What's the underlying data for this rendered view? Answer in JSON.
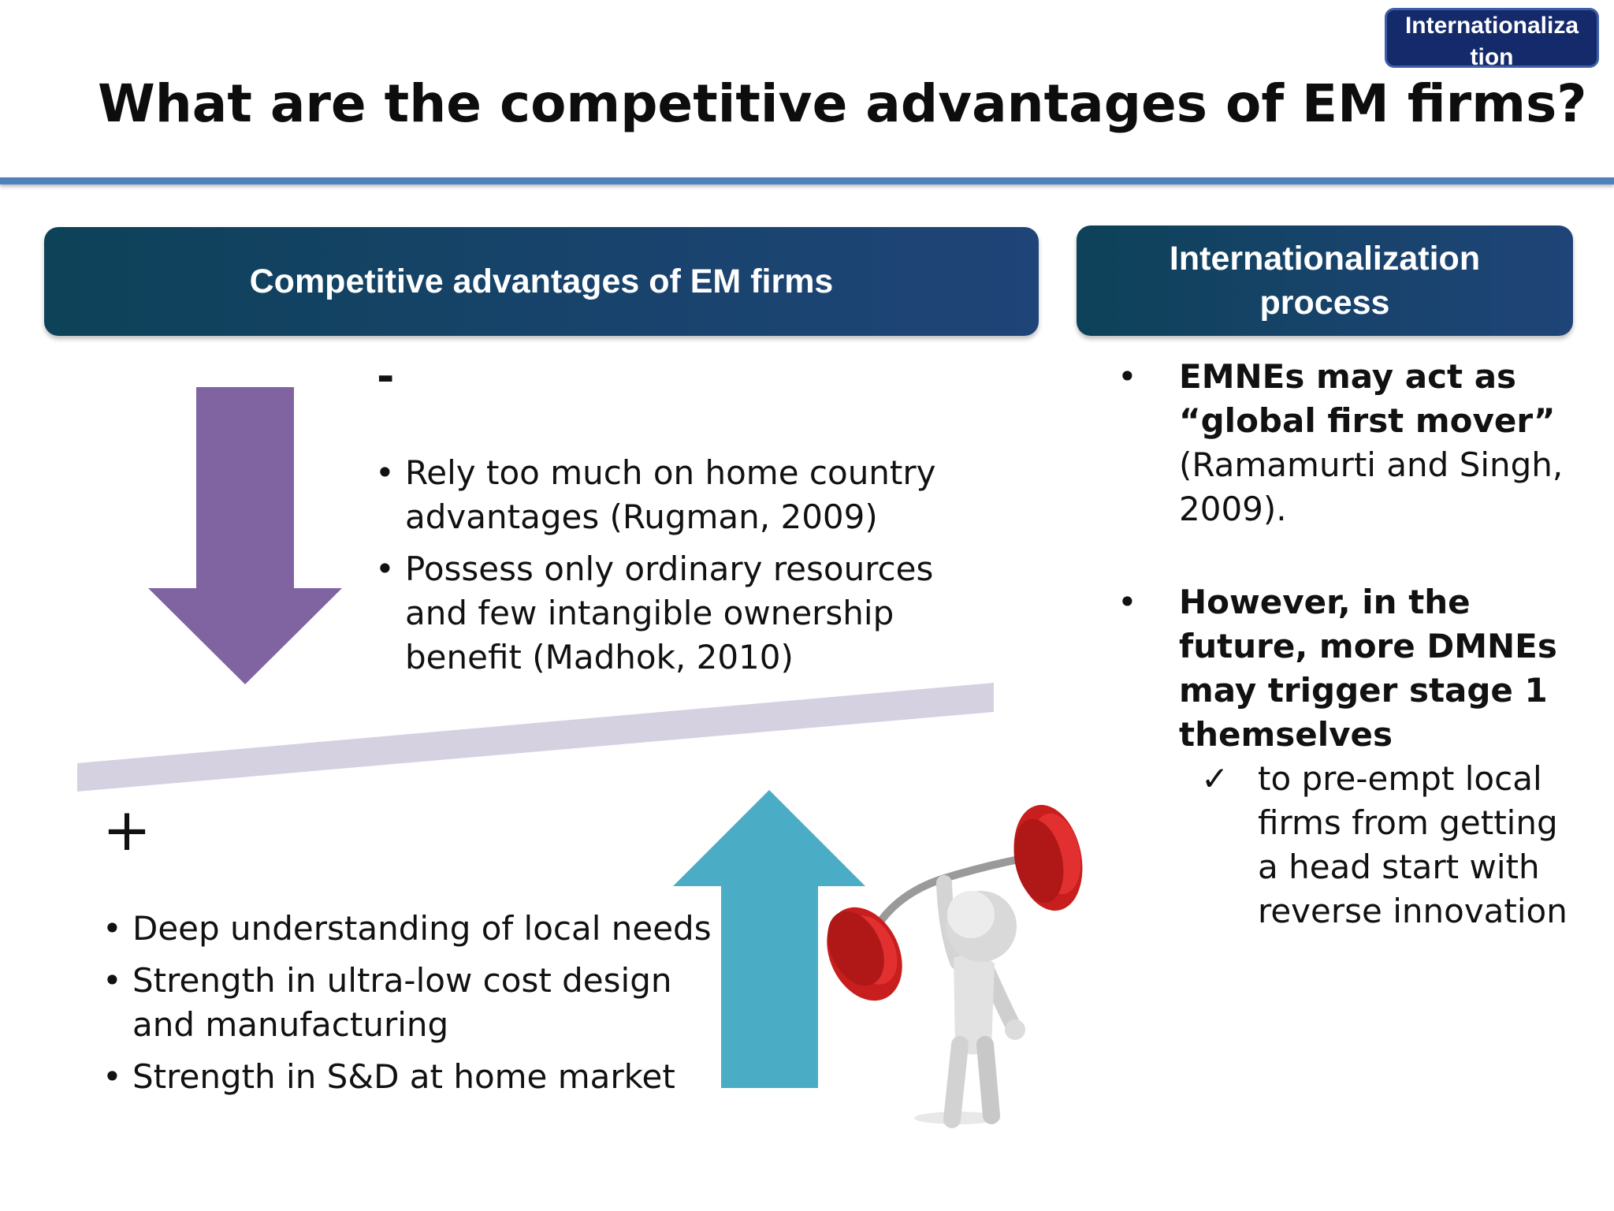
{
  "tag": "Internationaliza\ntion",
  "title": "What are the competitive advantages of EM firms?",
  "left_header": "Competitive advantages of EM firms",
  "right_header": "Internationalization process",
  "minus": "-",
  "plus": "+",
  "bullet": "•",
  "negatives": [
    "Rely too much on home country advantages (Rugman, 2009)",
    "Possess only ordinary resources and few intangible ownership benefit (Madhok, 2010)"
  ],
  "positives": [
    "Deep understanding of local needs",
    "Strength in ultra-low cost design and manufacturing",
    "Strength in S&D at home market"
  ],
  "right_points": {
    "p1_bold": "EMNEs may act as “global first mover”",
    "p1_rest": "(Ramamurti and Singh, 2009).",
    "p2_bold": "However, in the future, more DMNEs may trigger stage 1 themselves",
    "check": "✓",
    "sub": "to pre-empt local firms from getting a head start with reverse innovation"
  },
  "colors": {
    "header": "#17436a",
    "rule": "#4f81bd",
    "down_arrow": "#8064a2",
    "up_arrow": "#4bacc6",
    "seesaw": "#d5d0e0"
  },
  "illustration": "weightlifter-figure"
}
